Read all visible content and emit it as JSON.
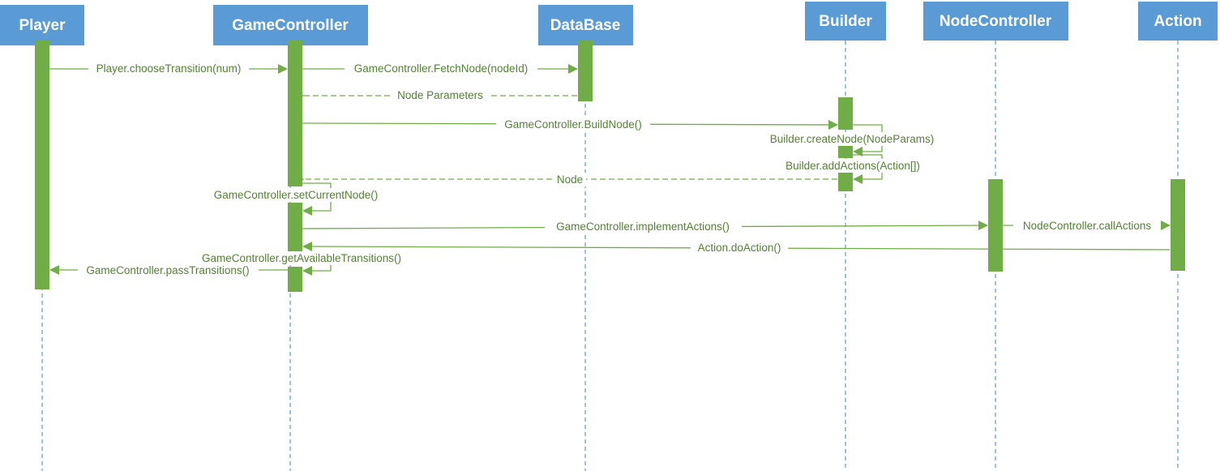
{
  "actors": {
    "player": "Player",
    "game_controller": "GameController",
    "database": "DataBase",
    "builder": "Builder",
    "node_controller": "NodeController",
    "action": "Action"
  },
  "messages": {
    "choose_transition": "Player.chooseTransition(num)",
    "fetch_node": "GameController.FetchNode(nodeId)",
    "node_parameters": "Node Parameters",
    "build_node": "GameController.BuildNode()",
    "create_node": "Builder.createNode(NodeParams)",
    "add_actions": "Builder.addActions(Action[])",
    "node_return": "Node",
    "set_current_node": "GameController.setCurrentNode()",
    "implement_actions": "GameController.implementActions()",
    "call_actions": "NodeController.callActions",
    "do_action": "Action.doAction()",
    "get_available_transitions": "GameController.getAvailableTransitions()",
    "pass_transitions": "GameController.passTransitions()"
  },
  "colors": {
    "actor_fill": "#5b9bd5",
    "activation": "#70ad47",
    "message_text": "#548235"
  }
}
